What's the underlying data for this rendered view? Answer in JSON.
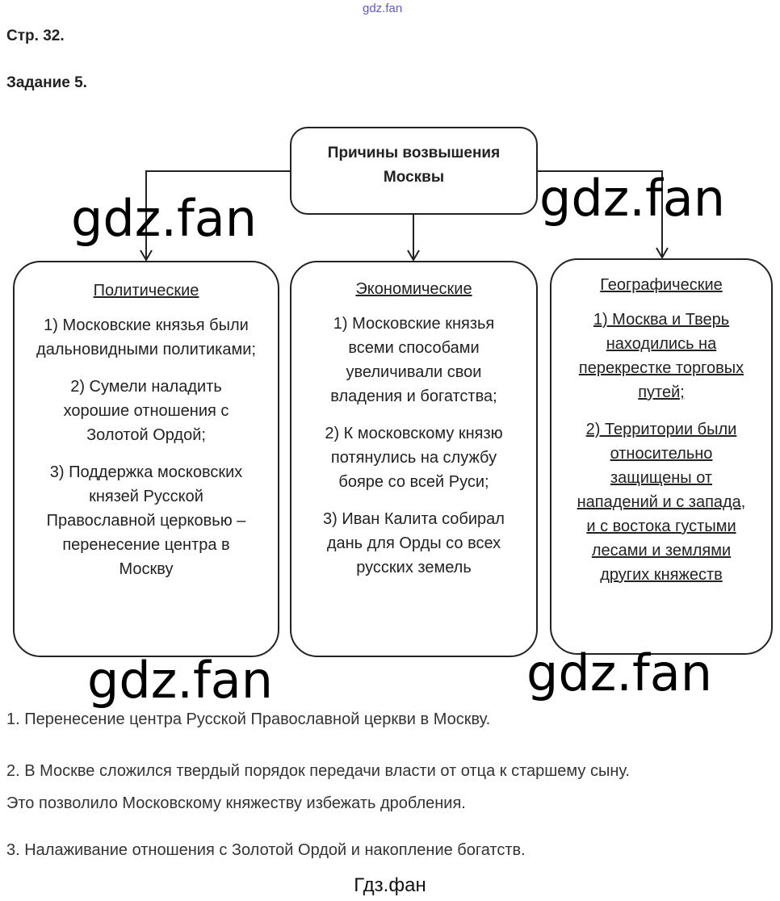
{
  "header": {
    "watermark_top": "gdz.fan",
    "page": "Стр. 32.",
    "task": "Задание 5."
  },
  "diagram": {
    "root": [
      "Причины возвышения",
      "Москвы"
    ],
    "boxes": [
      {
        "title": "Политические",
        "items": [
          "1) Московские князья были дальновидными политиками;",
          "2) Сумели наладить хорошие отношения с Золотой Ордой;",
          "3) Поддержка московских князей Русской Православной церковью – перенесение центра в Москву"
        ]
      },
      {
        "title": "Экономические",
        "items": [
          "1) Московские князья всеми способами увеличивали свои владения и богатства;",
          "2) К московскому князю потянулись на службу бояре со всей Руси;",
          "3) Иван Калита собирал дань для Орды со всех русских земель"
        ]
      },
      {
        "title": "Географические",
        "items": [
          "1) Москва и Тверь находились на перекрестке торговых путей;",
          "2) Территории были относительно защищены от нападений и с запада, и с востока густыми лесами и землями других княжеств"
        ]
      }
    ]
  },
  "watermark": "gdz.fan",
  "answers": [
    "1. Перенесение центра Русской Православной церкви в Москву.",
    "2. В Москве сложился твердый порядок передачи власти от отца к старшему сыну.",
    "Это позволило Московскому княжеству избежать дробления.",
    "3. Налаживание отношения с Золотой Ордой и накопление богатств."
  ],
  "footer": "Гдз.фан",
  "colors": {
    "watermark_top": "#5a5ad6"
  }
}
